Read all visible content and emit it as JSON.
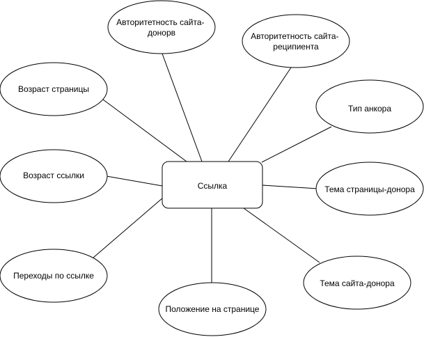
{
  "diagram": {
    "center": {
      "label": "Ссылка"
    },
    "nodes": [
      {
        "id": "donor-authority",
        "label": "Авторитетность сайта-донорв"
      },
      {
        "id": "recipient-authority",
        "label": "Авторитетность сайта-реципиента"
      },
      {
        "id": "page-age",
        "label": "Возраст страницы"
      },
      {
        "id": "anchor-type",
        "label": "Тип анкора"
      },
      {
        "id": "link-age",
        "label": "Возраст ссылки"
      },
      {
        "id": "donor-page-topic",
        "label": "Тема страницы-донора"
      },
      {
        "id": "link-clicks",
        "label": "Переходы по ссылке"
      },
      {
        "id": "donor-site-topic",
        "label": "Тема сайта-донора"
      },
      {
        "id": "page-position",
        "label": "Положение на странице"
      }
    ]
  }
}
